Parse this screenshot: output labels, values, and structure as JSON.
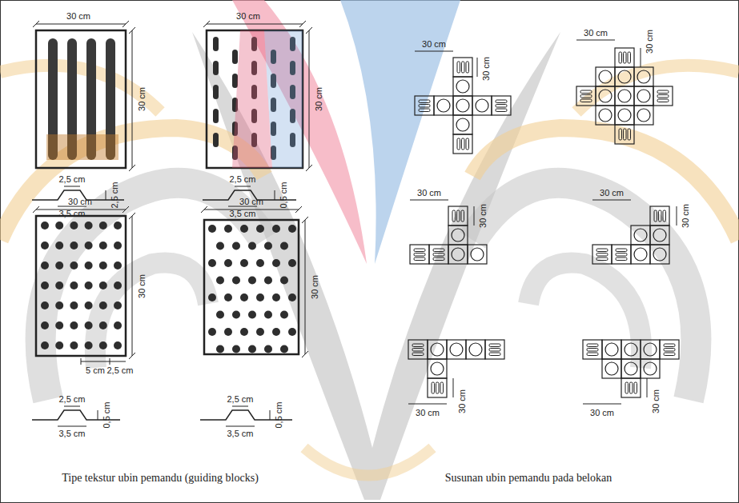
{
  "diagram": {
    "labels": [
      "30 cm",
      "30 cm",
      "2,5 cm",
      "2,5 cm",
      "3,5 cm",
      "30 cm",
      "30 cm",
      "2,5 cm",
      "0,5 cm",
      "3,5 cm",
      "30 cm",
      "30 cm",
      "30 cm",
      "30 cm",
      "30 cm",
      "30 cm",
      "30 cm",
      "30 cm",
      "30 cm",
      "30 cm",
      "30 cm",
      "30 cm",
      "5 cm",
      "2,5 cm",
      "30 cm",
      "30 cm",
      "30 cm",
      "30 cm",
      "2,5 cm",
      "0,5 cm",
      "3,5 cm",
      "2,5 cm",
      "0,5 cm",
      "3,5 cm",
      "Tipe tekstur ubin pemandu (guiding blocks)",
      "Susunan ubin pemandu pada belokan"
    ]
  }
}
